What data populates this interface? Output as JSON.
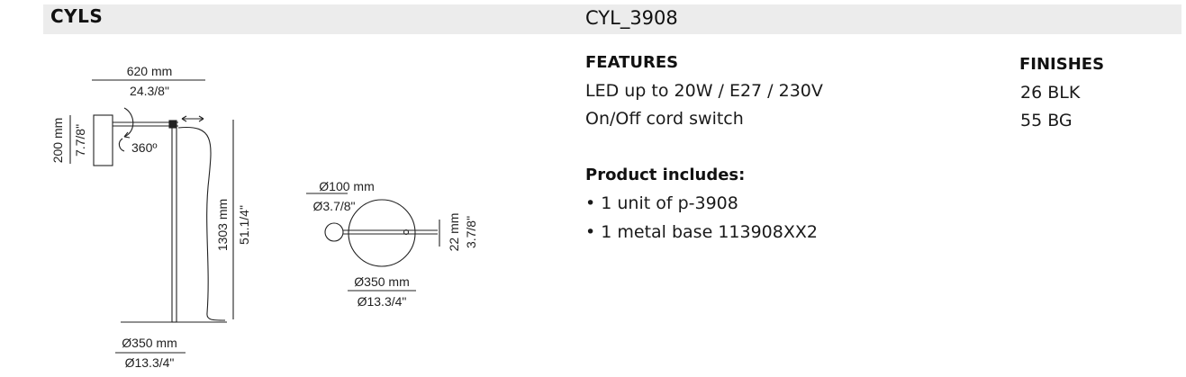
{
  "header": {
    "family": "CYLS",
    "code": "CYL_3908"
  },
  "drawing": {
    "arm_mm": "620 mm",
    "arm_in": "24.3/8\"",
    "head_mm": "200 mm",
    "head_in": "7.7/8\"",
    "rotation": "360º",
    "height_mm": "1303 mm",
    "height_in": "51.1/4\"",
    "base_mm": "Ø350 mm",
    "base_in": "Ø13.3/4\"",
    "top_head_mm": "Ø100 mm",
    "top_head_in": "Ø3.7/8\"",
    "top_base_mm": "Ø350 mm",
    "top_base_in": "Ø13.3/4\"",
    "base_thick_mm": "22 mm",
    "base_thick_in": "3.7/8\""
  },
  "features": {
    "title": "FEATURES",
    "lines": [
      "LED up to 20W / E27 / 230V",
      "On/Off cord switch"
    ]
  },
  "includes": {
    "title": "Product includes:",
    "items": [
      "• 1 unit of p-3908",
      "• 1 metal base 113908XX2"
    ]
  },
  "finishes": {
    "title": "FINISHES",
    "items": [
      "26 BLK",
      "55 BG"
    ]
  }
}
